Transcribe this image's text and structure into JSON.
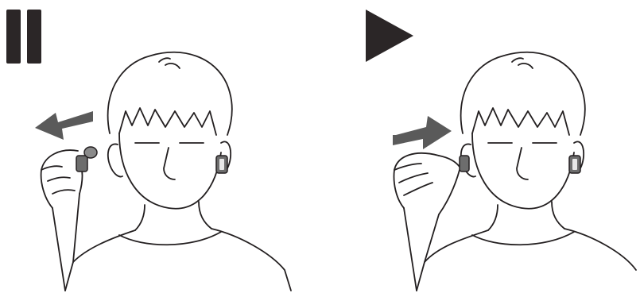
{
  "panels": [
    {
      "state_icon": "pause-icon",
      "arrow_direction": "left",
      "action": "earbud-removed"
    },
    {
      "state_icon": "play-icon",
      "arrow_direction": "right",
      "action": "earbud-inserted"
    }
  ],
  "colors": {
    "icon": "#2b2627",
    "arrow": "#5a5a5a",
    "line": "#231f20",
    "earbud": "#6d6d6d",
    "background": "#ffffff"
  }
}
